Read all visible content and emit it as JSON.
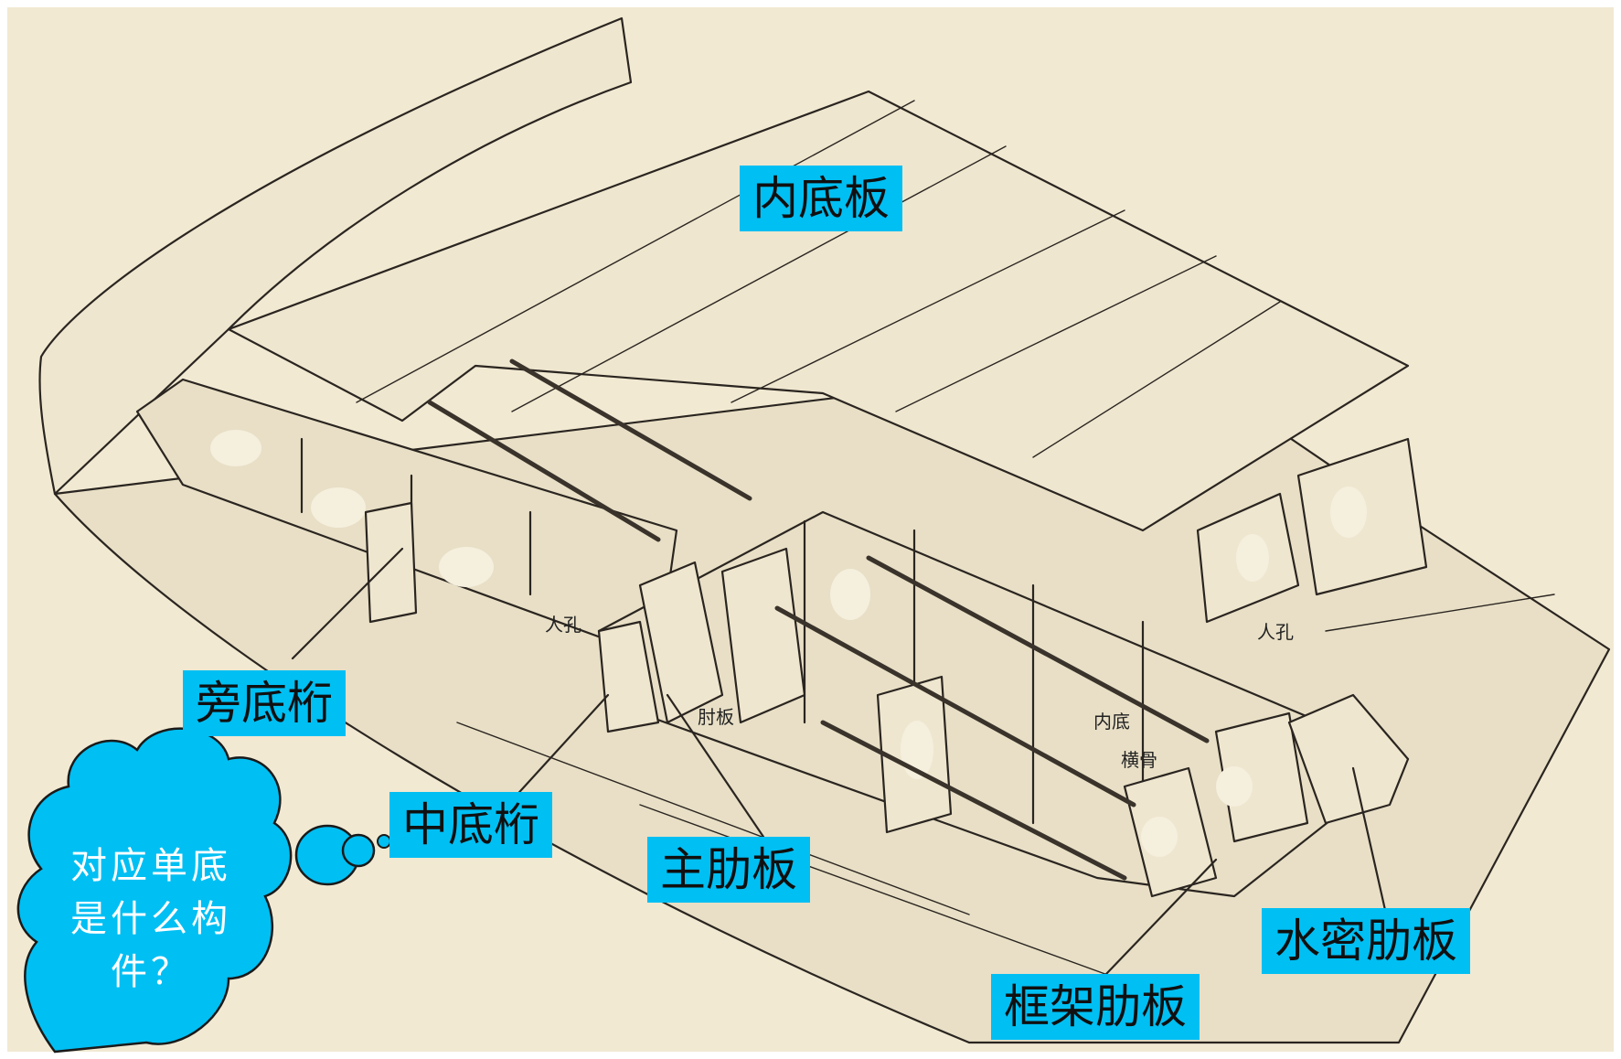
{
  "labels": {
    "inner_bottom_plate": "内底板",
    "side_girder": "旁底桁",
    "center_girder": "中底桁",
    "main_floor": "主肋板",
    "frame_floor": "框架肋板",
    "watertight_floor": "水密肋板"
  },
  "small_labels": {
    "manhole_left": "人孔",
    "manhole_right": "人孔",
    "bracket": "肘板",
    "inner_bottom": "内底",
    "transverse": "横骨"
  },
  "question_cloud": {
    "text": "对应单底是什么构件？"
  },
  "colors": {
    "label_bg": "#00bff3",
    "cloud_fill": "#00bff3",
    "background": "#f1e9d2",
    "line": "#2a2520"
  }
}
